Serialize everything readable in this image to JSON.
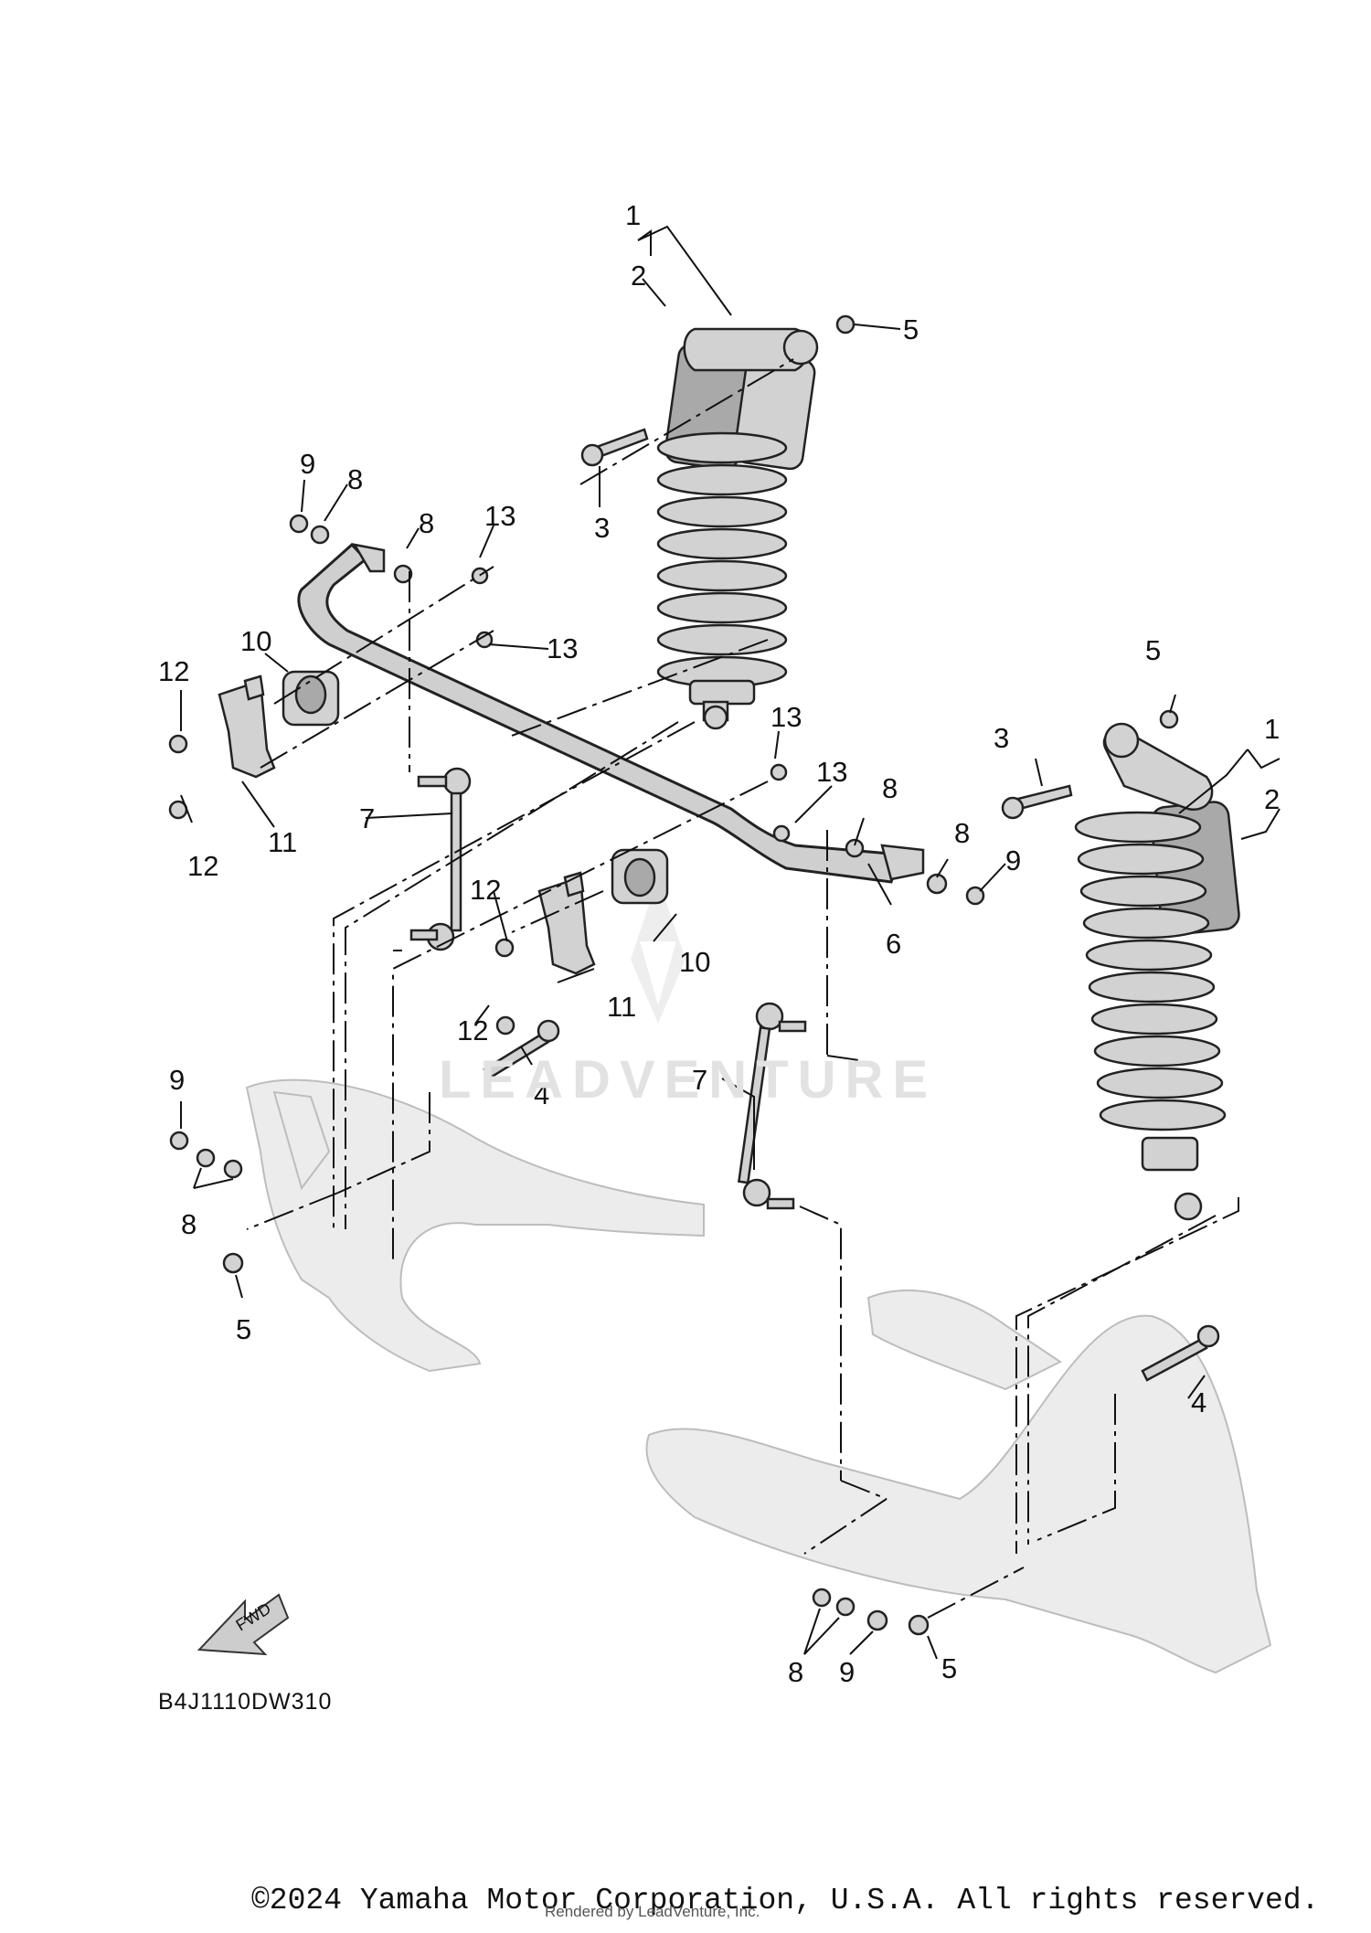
{
  "diagram": {
    "code": "B4J1110DW310",
    "watermark": "LEADVENTURE",
    "fwd_label": "FWD",
    "callouts": [
      "1",
      "2",
      "5",
      "3",
      "9",
      "8",
      "8",
      "13",
      "13",
      "10",
      "12",
      "12",
      "11",
      "7",
      "13",
      "13",
      "8",
      "8",
      "9",
      "6",
      "12",
      "11",
      "12",
      "10",
      "4",
      "9",
      "8",
      "5",
      "7",
      "5",
      "1",
      "3",
      "2",
      "4",
      "8",
      "9",
      "5"
    ],
    "copyright": "©2024 Yamaha Motor Corporation, U.S.A. All rights reserved.",
    "rendered_by": "Rendered by LeadVenture, Inc."
  }
}
